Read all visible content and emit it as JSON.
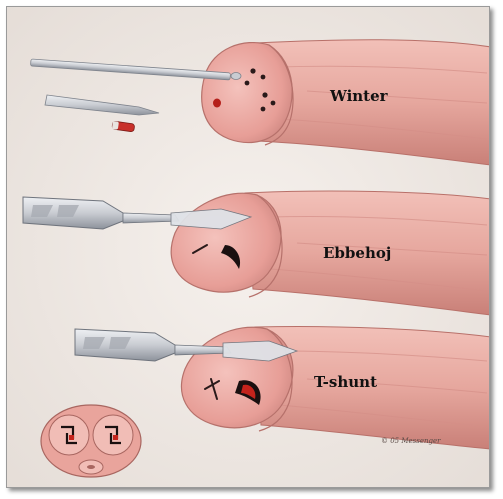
{
  "labels": {
    "winter": "Winter",
    "ebbehoj": "Ebbehoj",
    "tshunt": "T-shunt"
  },
  "signature": "© 05 Messenger",
  "colors": {
    "background": "#f1ebe6",
    "skin": "#e6a79e",
    "skin_shadow": "#c97f78",
    "glans": "#eba9a2",
    "steel": "#c9ccd2",
    "steel_dark": "#8d929b",
    "blood": "#c4231c",
    "label_text": "#111111"
  }
}
